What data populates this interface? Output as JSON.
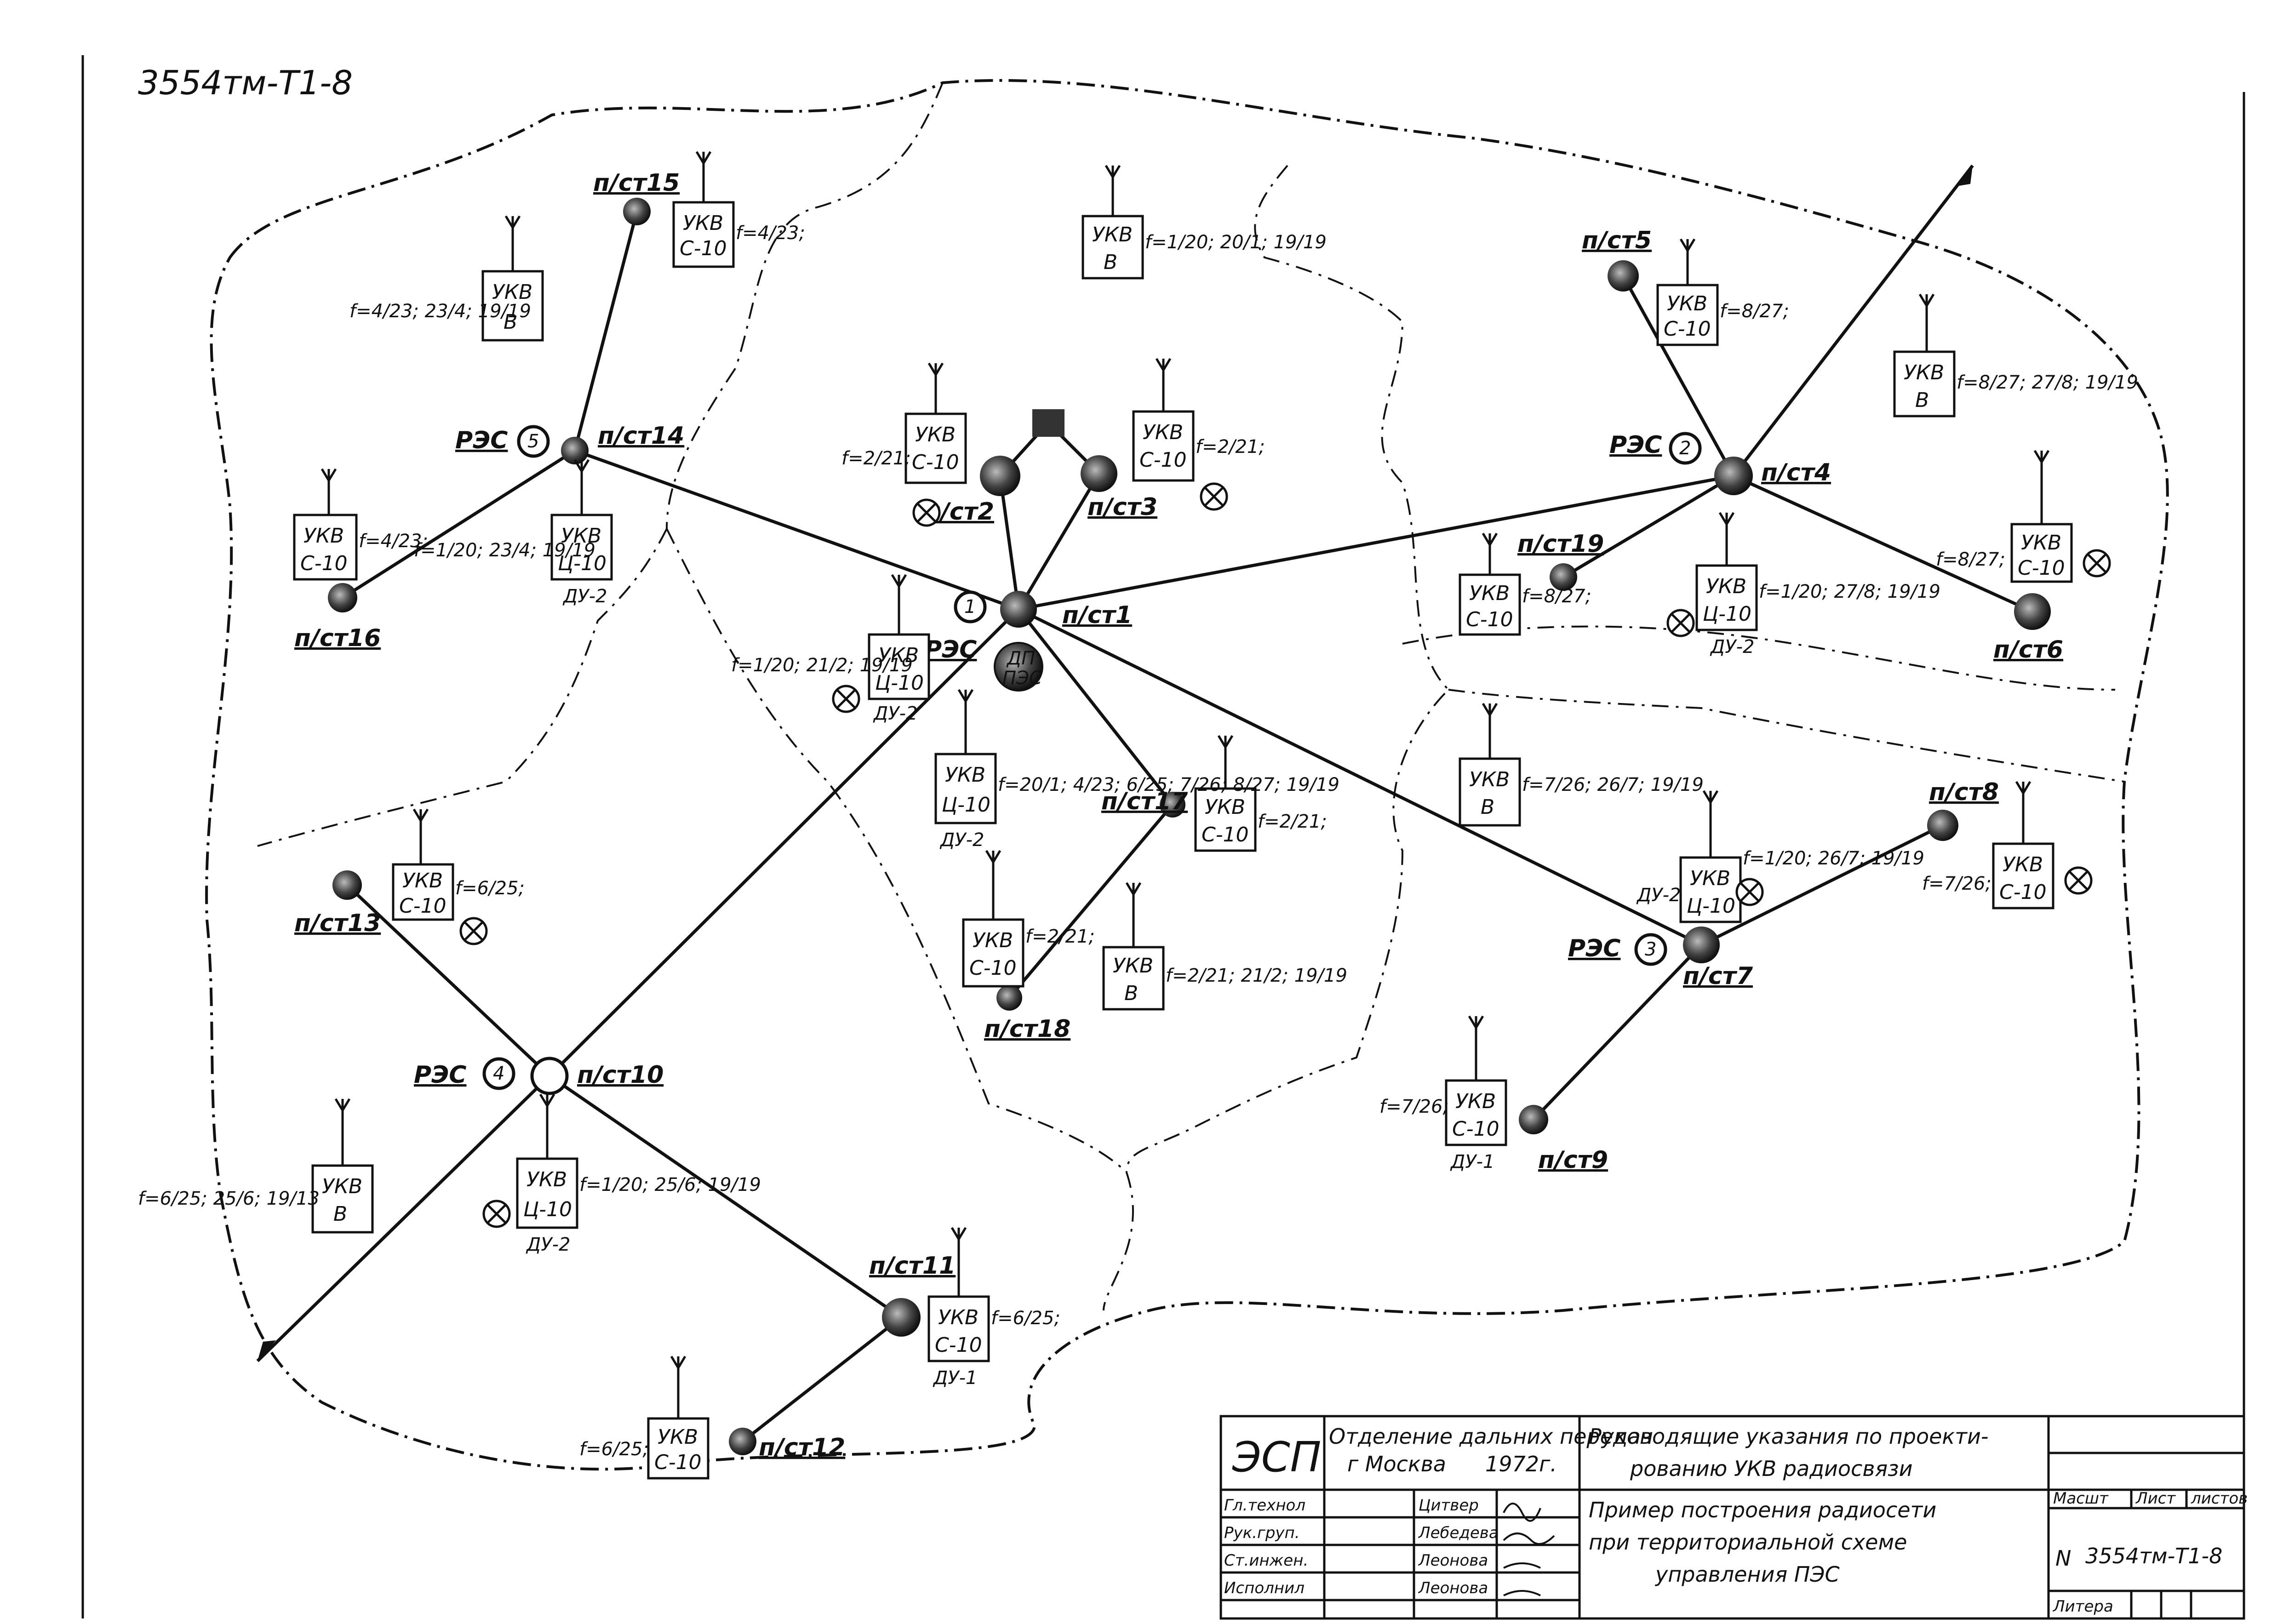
{
  "drawing_number": "3554тм-Т1-8",
  "colors": {
    "ink": "#111111",
    "paper": "#ffffff"
  },
  "hub_labels": {
    "res1": "РЭС",
    "res1_num": "1",
    "res2": "РЭС",
    "res2_num": "2",
    "res3": "РЭС",
    "res3_num": "3",
    "res4": "РЭС",
    "res4_num": "4",
    "res5": "РЭС",
    "res5_num": "5",
    "dp": "ДП",
    "pes": "ПЭС"
  },
  "stations": {
    "st1": "п/ст1",
    "st2": "п/ст2",
    "st3": "п/ст3",
    "st4": "п/ст4",
    "st5": "п/ст5",
    "st6": "п/ст6",
    "st7": "п/ст7",
    "st8": "п/ст8",
    "st9": "п/ст9",
    "st10": "п/ст10",
    "st11": "п/ст11",
    "st12": "п/ст12",
    "st13": "п/ст13",
    "st14": "п/ст14",
    "st15": "п/ст15",
    "st16": "п/ст16",
    "st17": "п/ст17",
    "st18": "п/ст18",
    "st19": "п/ст19"
  },
  "radio_boxes": {
    "ukv": "УКВ",
    "s10": "С-10",
    "ts10": "Ц-10",
    "v": "В"
  },
  "control_points": {
    "du1": "ДУ-1",
    "du2": "ДУ-2"
  },
  "frequencies": {
    "f_st15": "f=4/23;",
    "f_top_center": "f=1/20; 20/1; 19/19",
    "f_left_v": "f=4/23; 23/4; 19/19",
    "f_st2": "f=2/21;",
    "f_st3": "f=2/21;",
    "f_st5": "f=8/27;",
    "f_right_v": "f=8/27; 27/8; 19/19",
    "f_st16": "f=4/23;",
    "f_res5": "f=1/20; 23/4; 19/19",
    "f_res1": "f=1/20; 21/2; 19/19",
    "f_st19": "f=8/27;",
    "f_res2": "f=1/20; 27/8; 19/19",
    "f_st6": "f=8/27;",
    "f_center_ts": "f=20/1; 4/23; 6/25; 7/26; 8/27; 19/19",
    "f_st17": "f=2/21;",
    "f_mid_right_v": "f=7/26; 26/7; 19/19",
    "f_res3": "f=1/20; 26/7; 19/19",
    "f_st8": "f=7/26;",
    "f_st13": "f=6/25;",
    "f_st18": "f=2/21;",
    "f_center_v": "f=2/21; 21/2; 19/19",
    "f_st9": "f=7/26;",
    "f_left_bottom_v": "f=6/25; 25/6; 19/13",
    "f_res4": "f=1/20; 25/6; 19/19",
    "f_st11": "f=6/25;",
    "f_st12": "f=6/25;"
  },
  "title_block": {
    "org": "ЭСП",
    "dept_line1": "Отделение дальних передач",
    "dept_line2": "г Москва",
    "year": "1972г.",
    "title_line1": "Руководящие указания по проекти-",
    "title_line2": "рованию УКВ радиосвязи",
    "subtitle_line1": "Пример построения радиосети",
    "subtitle_line2": "при территориальной схеме",
    "subtitle_line3": "управления ПЭС",
    "roles": [
      "Гл.технол",
      "Рук.груп.",
      "Ст.инжен.",
      "Исполнил"
    ],
    "names": [
      "Цитвер",
      "Лебедева",
      "Леонова",
      "Леонова"
    ],
    "col_scale": "Масшт",
    "col_sheet": "Лист",
    "col_sheets": "листов",
    "number_prefix": "N",
    "number": "3554тм-Т1-8",
    "col_litera": "Литера"
  }
}
